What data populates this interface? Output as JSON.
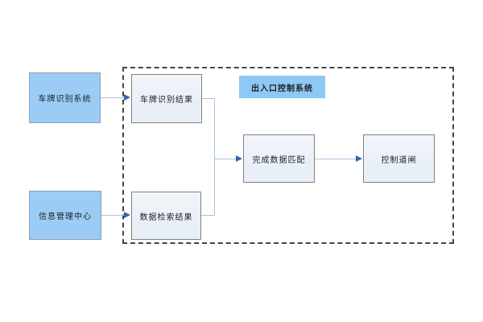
{
  "diagram": {
    "title_badge": "出入口控制系统",
    "nodes": {
      "plate_recognition_system": "车牌识别系统",
      "info_management_center": "信息管理中心",
      "plate_recognition_result": "车牌识别结果",
      "data_retrieval_result": "数据检索结果",
      "data_matching_complete": "完成数据匹配",
      "barrier_control": "控制道闸"
    },
    "colors": {
      "source_fill": "#9accf5",
      "source_border": "#8aa0b4",
      "result_fill": "#e9eff7",
      "result_border": "#808080",
      "title_fill": "#8ec8f4",
      "connector_color": "#a9c3e2",
      "arrowhead_color": "#3465ae",
      "boundary_color": "#454545"
    }
  }
}
